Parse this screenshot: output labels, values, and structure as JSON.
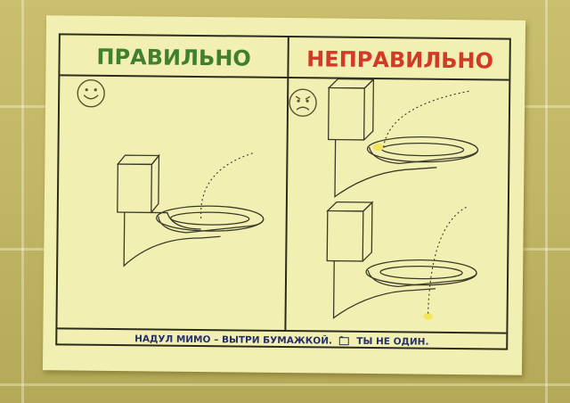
{
  "sign": {
    "heading_correct": "ПРАВИЛЬНО",
    "heading_wrong": "НЕПРАВИЛЬНО",
    "caption_part1": "НАДУЛ МИМО – ВЫТРИ БУМАЖКОЙ.",
    "caption_part2": "ТЫ НЕ ОДИН."
  },
  "colors": {
    "correct_heading": "#3f7f2e",
    "wrong_heading": "#d23a27",
    "caption_text": "#27306a",
    "paper": "#f2efb2",
    "wall": "#c2b765",
    "spill": "#f3e45a"
  },
  "icons": [
    "smiley-face-icon",
    "frowning-face-icon",
    "toilet-paper-icon",
    "toilet-illustration"
  ]
}
